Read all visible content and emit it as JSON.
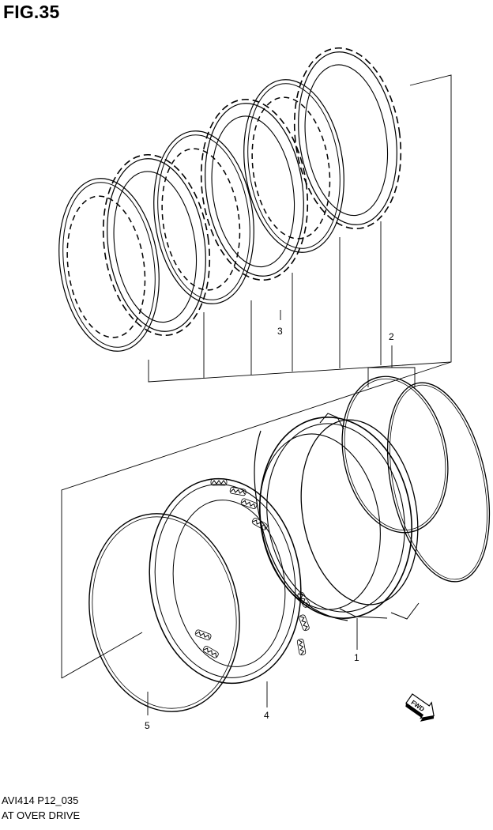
{
  "figure": {
    "title": "FIG.35",
    "code": "AVI414 P12_035",
    "name": "AT OVER DRIVE"
  },
  "callouts": {
    "part1": "1",
    "part2": "2",
    "part3": "3",
    "part4": "4",
    "part5": "5"
  },
  "fwd_label": "FWD"
}
